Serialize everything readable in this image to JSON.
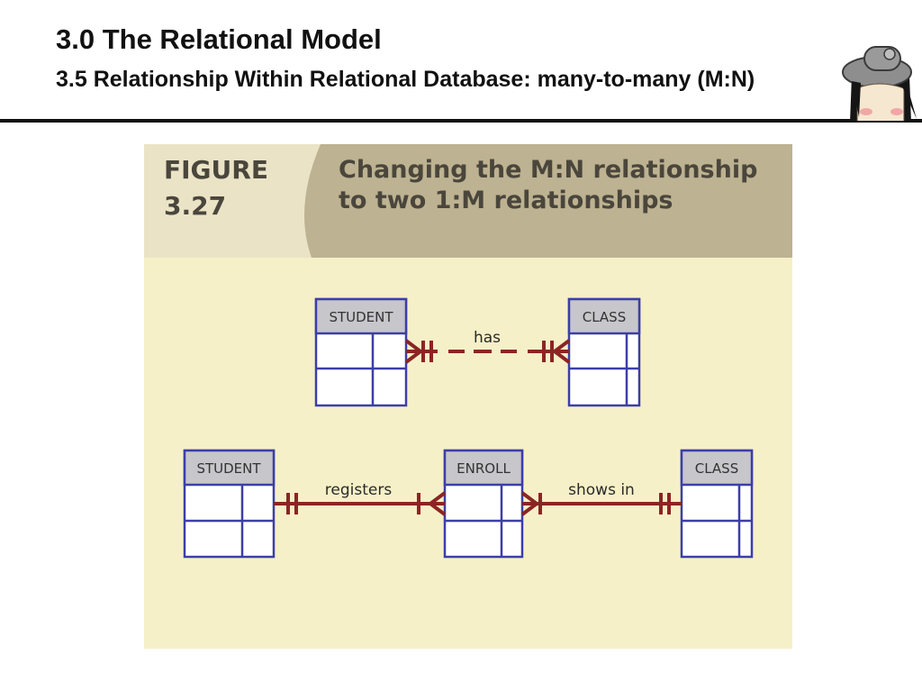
{
  "slide": {
    "title": "3.0 The Relational Model",
    "subtitle": "3.5 Relationship Within Relational Database: many-to-many (M:N)"
  },
  "figure": {
    "label_line1": "FIGURE",
    "label_line2": "3.27",
    "caption_line1": "Changing the M:N relationship",
    "caption_line2": "to two 1:M relationships"
  },
  "diagram": {
    "top": {
      "entity_left": "STUDENT",
      "entity_right": "CLASS",
      "relationship": "has"
    },
    "bottom": {
      "entity_left": "STUDENT",
      "entity_middle": "ENROLL",
      "entity_right": "CLASS",
      "relationship_left": "registers",
      "relationship_right": "shows in"
    }
  },
  "colors": {
    "panel_background": "#f6f0c8",
    "header_band": "#bdb291",
    "header_label_area": "#eae3c6",
    "entity_border": "#3c3ea8",
    "entity_header": "#c6c6cb",
    "relationship_line": "#8c2424"
  }
}
